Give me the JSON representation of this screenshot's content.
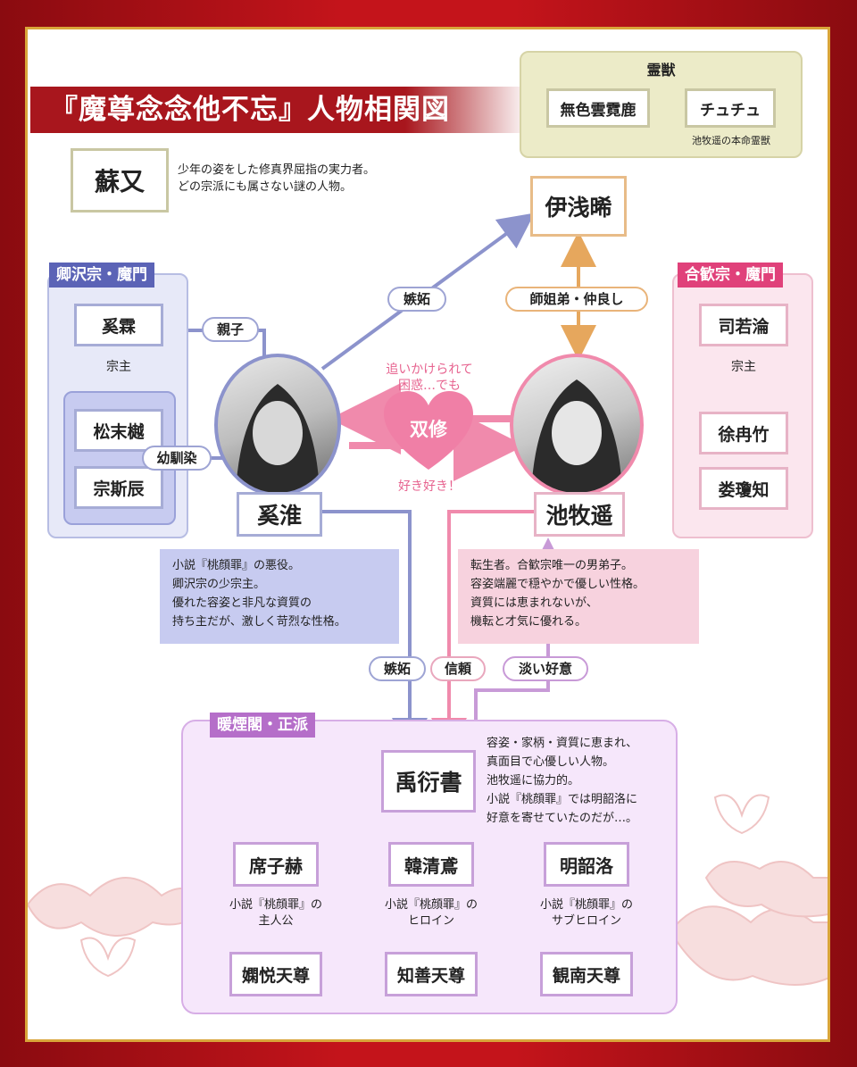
{
  "title": "『魔尊念念他不忘』人物相関図",
  "spirit": {
    "header": "霊獣",
    "beasts": [
      {
        "name": "無色雲霓鹿"
      },
      {
        "name": "チュチュ"
      }
    ],
    "note": "池牧遥の本命霊獣"
  },
  "suyou": {
    "name": "蘇又",
    "desc": [
      "少年の姿をした修真界屈指の実力者。",
      "どの宗派にも属さない謎の人物。"
    ]
  },
  "yizhengxi": {
    "name": "伊浅晞"
  },
  "left_group": {
    "header": "卿沢宗・魔門",
    "leader": {
      "name": "奚霖",
      "role": "宗主"
    },
    "members": [
      {
        "name": "松末樾"
      },
      {
        "name": "宗斯辰"
      }
    ]
  },
  "right_group": {
    "header": "合歓宗・魔門",
    "leader": {
      "name": "司若淪",
      "role": "宗主"
    },
    "members": [
      {
        "name": "徐冉竹"
      },
      {
        "name": "娄瓊知"
      }
    ]
  },
  "center": {
    "left_name": "奚淮",
    "right_name": "池牧遥",
    "heart_label": "双修",
    "top_caption": [
      "追いかけられて",
      "困惑…でも"
    ],
    "bottom_caption": "好き好き！"
  },
  "relations": {
    "oyako": "親子",
    "osananajimi": "幼馴染",
    "shitto1": "嫉妬",
    "shiteki": "師姐弟・仲良し",
    "shitto2": "嫉妬",
    "shinrai": "信頼",
    "awai": "淡い好意"
  },
  "xihuai_desc": [
    "小説『桃顔罪』の悪役。",
    "卿沢宗の少宗主。",
    "優れた容姿と非凡な資質の",
    "持ち主だが、激しく苛烈な性格。"
  ],
  "chi_desc": [
    "転生者。合歓宗唯一の男弟子。",
    "容姿端麗で穏やかで優しい性格。",
    "資質には恵まれないが、",
    "機転と才気に優れる。"
  ],
  "bottom_group": {
    "header": "暖煙閣・正派",
    "main": {
      "name": "禹衍書"
    },
    "main_desc": [
      "容姿・家柄・資質に恵まれ、",
      "真面目で心優しい人物。",
      "池牧遥に協力的。",
      "小説『桃顔罪』では明韶洛に",
      "好意を寄せていたのだが…。"
    ],
    "row1": [
      {
        "name": "席子赫",
        "cap1": "小説『桃顔罪』の",
        "cap2": "主人公"
      },
      {
        "name": "韓清鳶",
        "cap1": "小説『桃顔罪』の",
        "cap2": "ヒロイン"
      },
      {
        "name": "明韶洛",
        "cap1": "小説『桃顔罪』の",
        "cap2": "サブヒロイン"
      }
    ],
    "row2": [
      {
        "name": "嫻悦天尊"
      },
      {
        "name": "知善天尊"
      },
      {
        "name": "観南天尊"
      }
    ]
  },
  "colors": {
    "frame_red": "#c4141b",
    "gold_border": "#d9a53a",
    "left_blue": "#5b63b6",
    "right_pink": "#e0417a",
    "bottom_purple": "#b56ec9",
    "arrow_blue": "#8c93cc",
    "arrow_pink": "#f08aac",
    "arrow_orange": "#e6a75d"
  }
}
